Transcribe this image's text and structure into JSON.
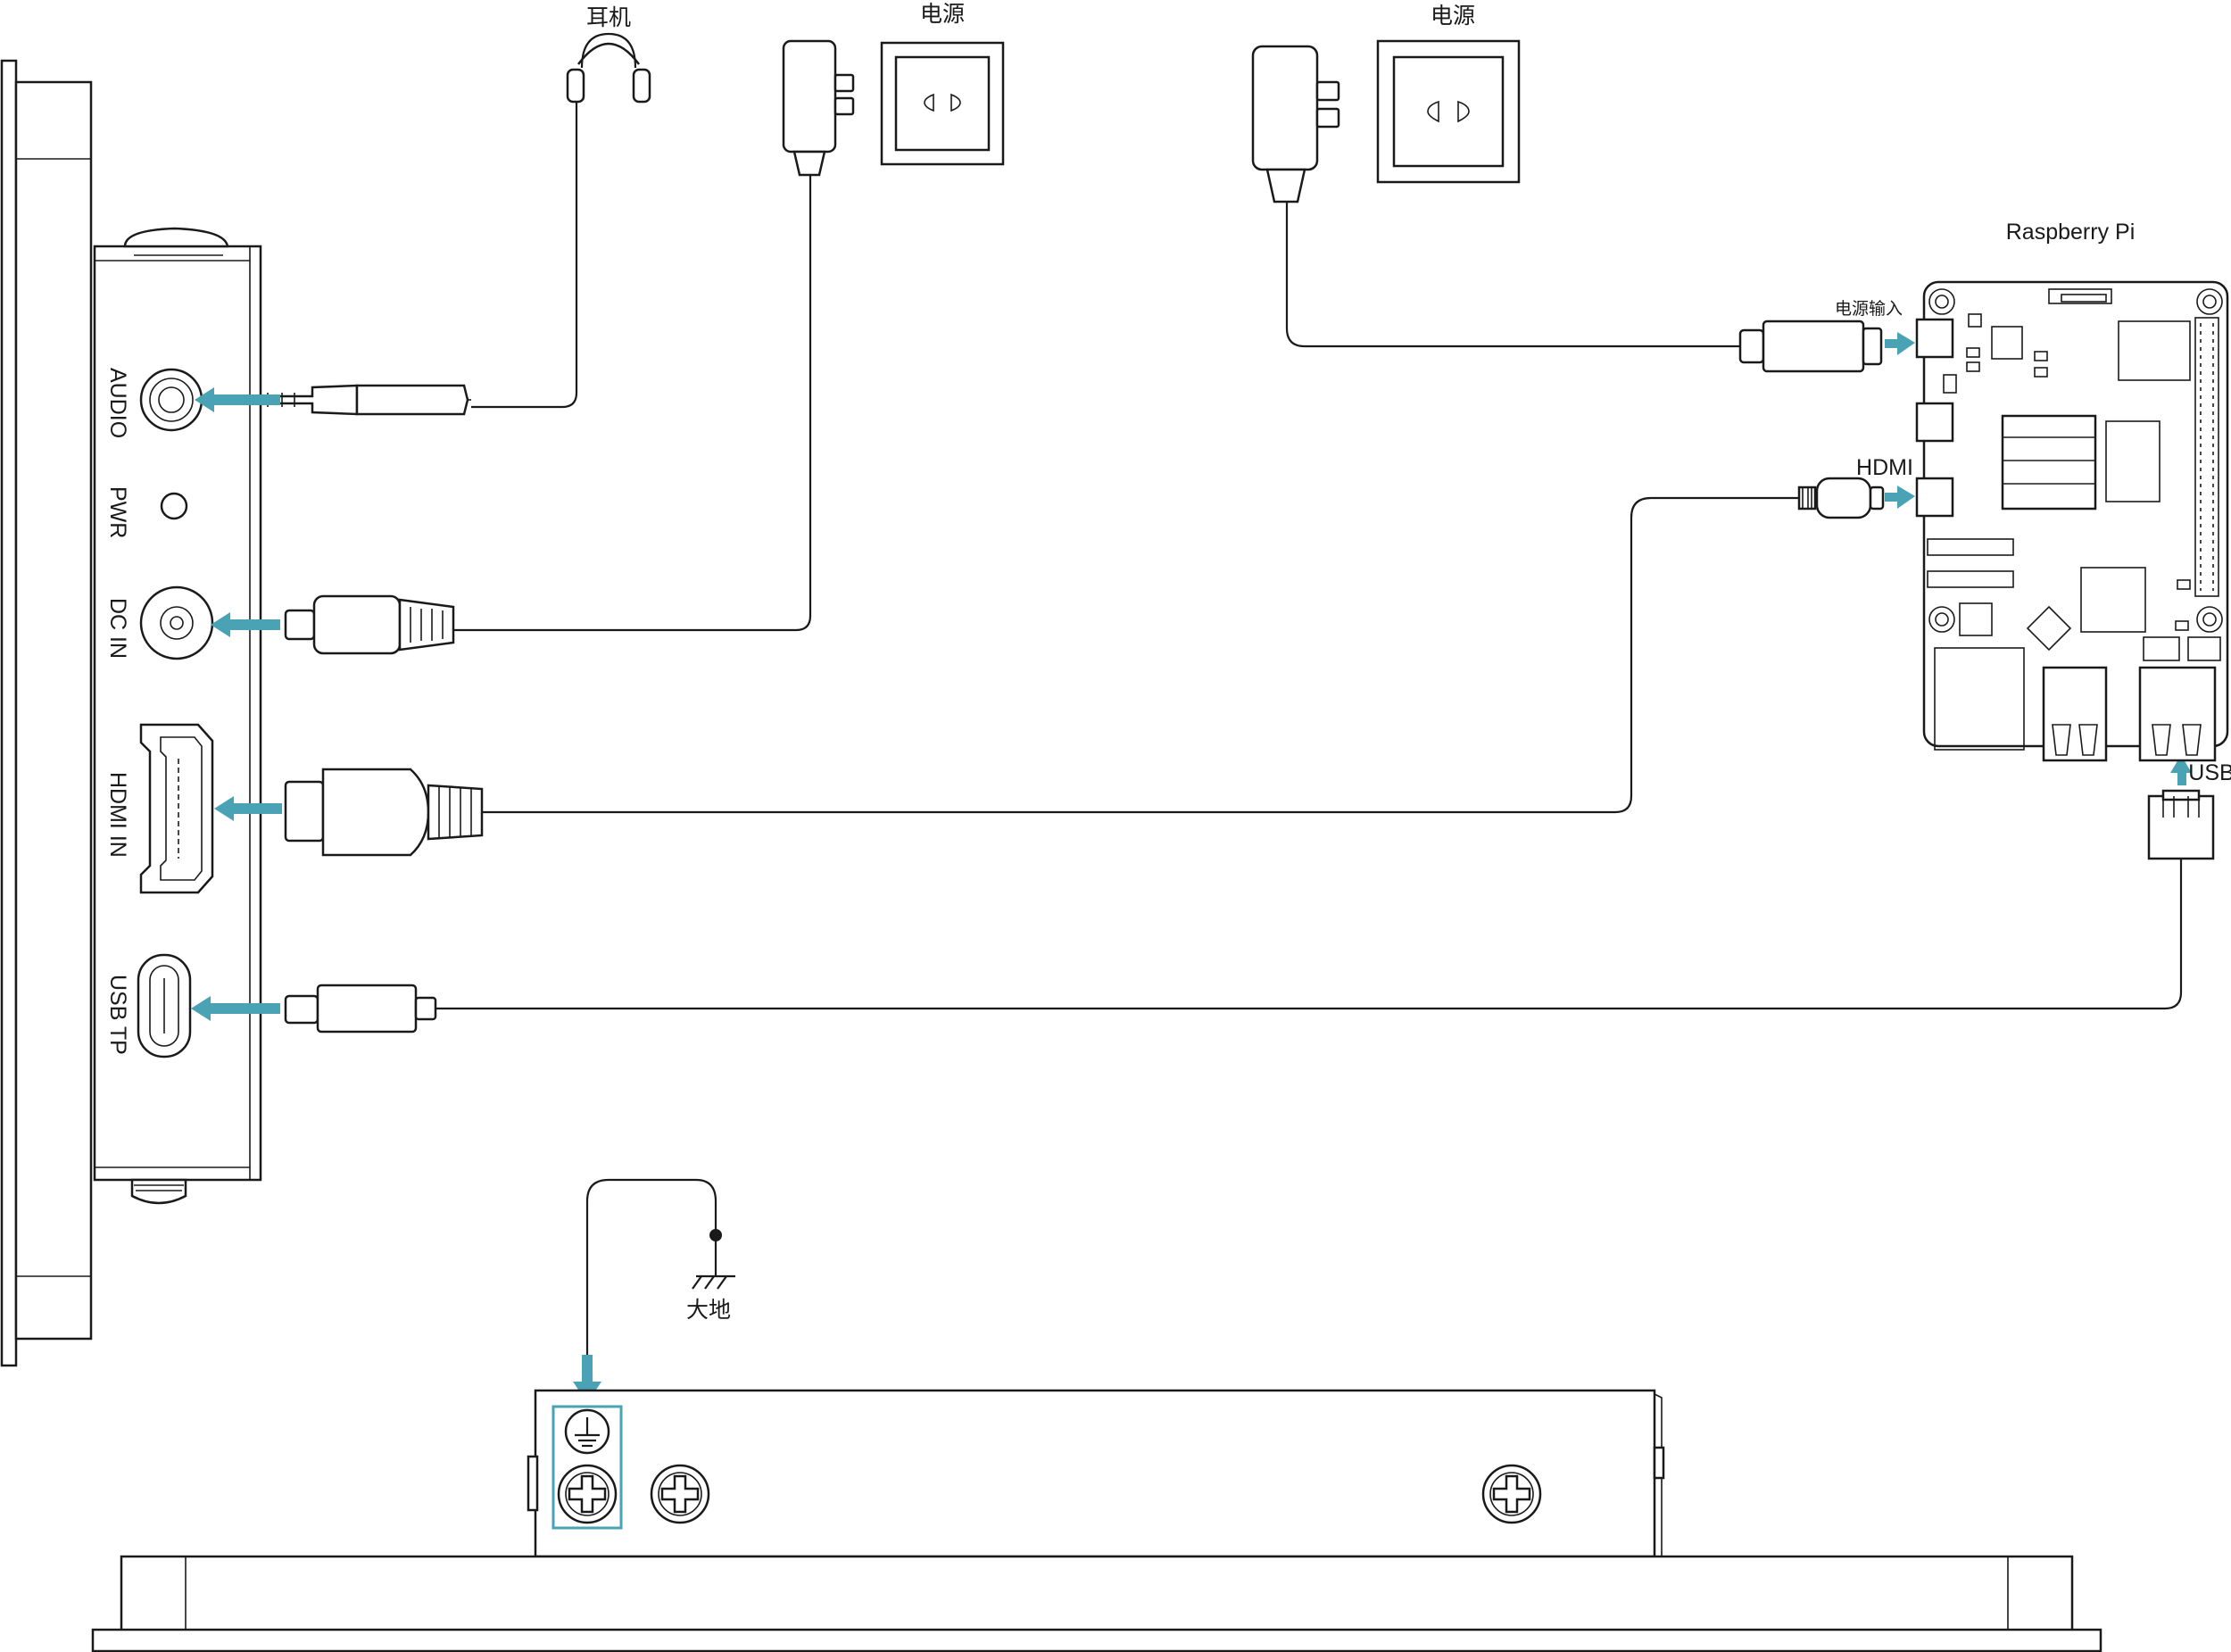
{
  "colors": {
    "arrow": "#4aa3b5",
    "stroke": "#1a1a1a",
    "background": "#ffffff"
  },
  "labels": {
    "headphone": "耳机",
    "power_1": "电源",
    "power_2": "电源",
    "raspberry_pi": "Raspberry Pi",
    "pi_power_input": "电源输入",
    "pi_hdmi": "HDMI",
    "pi_usb": "USB",
    "ground": "大地"
  },
  "ports": {
    "audio": "AUDIO",
    "pwr": "PWR",
    "dc_in": "DC IN",
    "hdmi_in": "HDMI IN",
    "usb_tp": "USB TP"
  },
  "icons": [
    "headphone-icon",
    "power-adapter-icon",
    "wall-socket-icon",
    "ground-symbol-icon",
    "screw-icon"
  ]
}
